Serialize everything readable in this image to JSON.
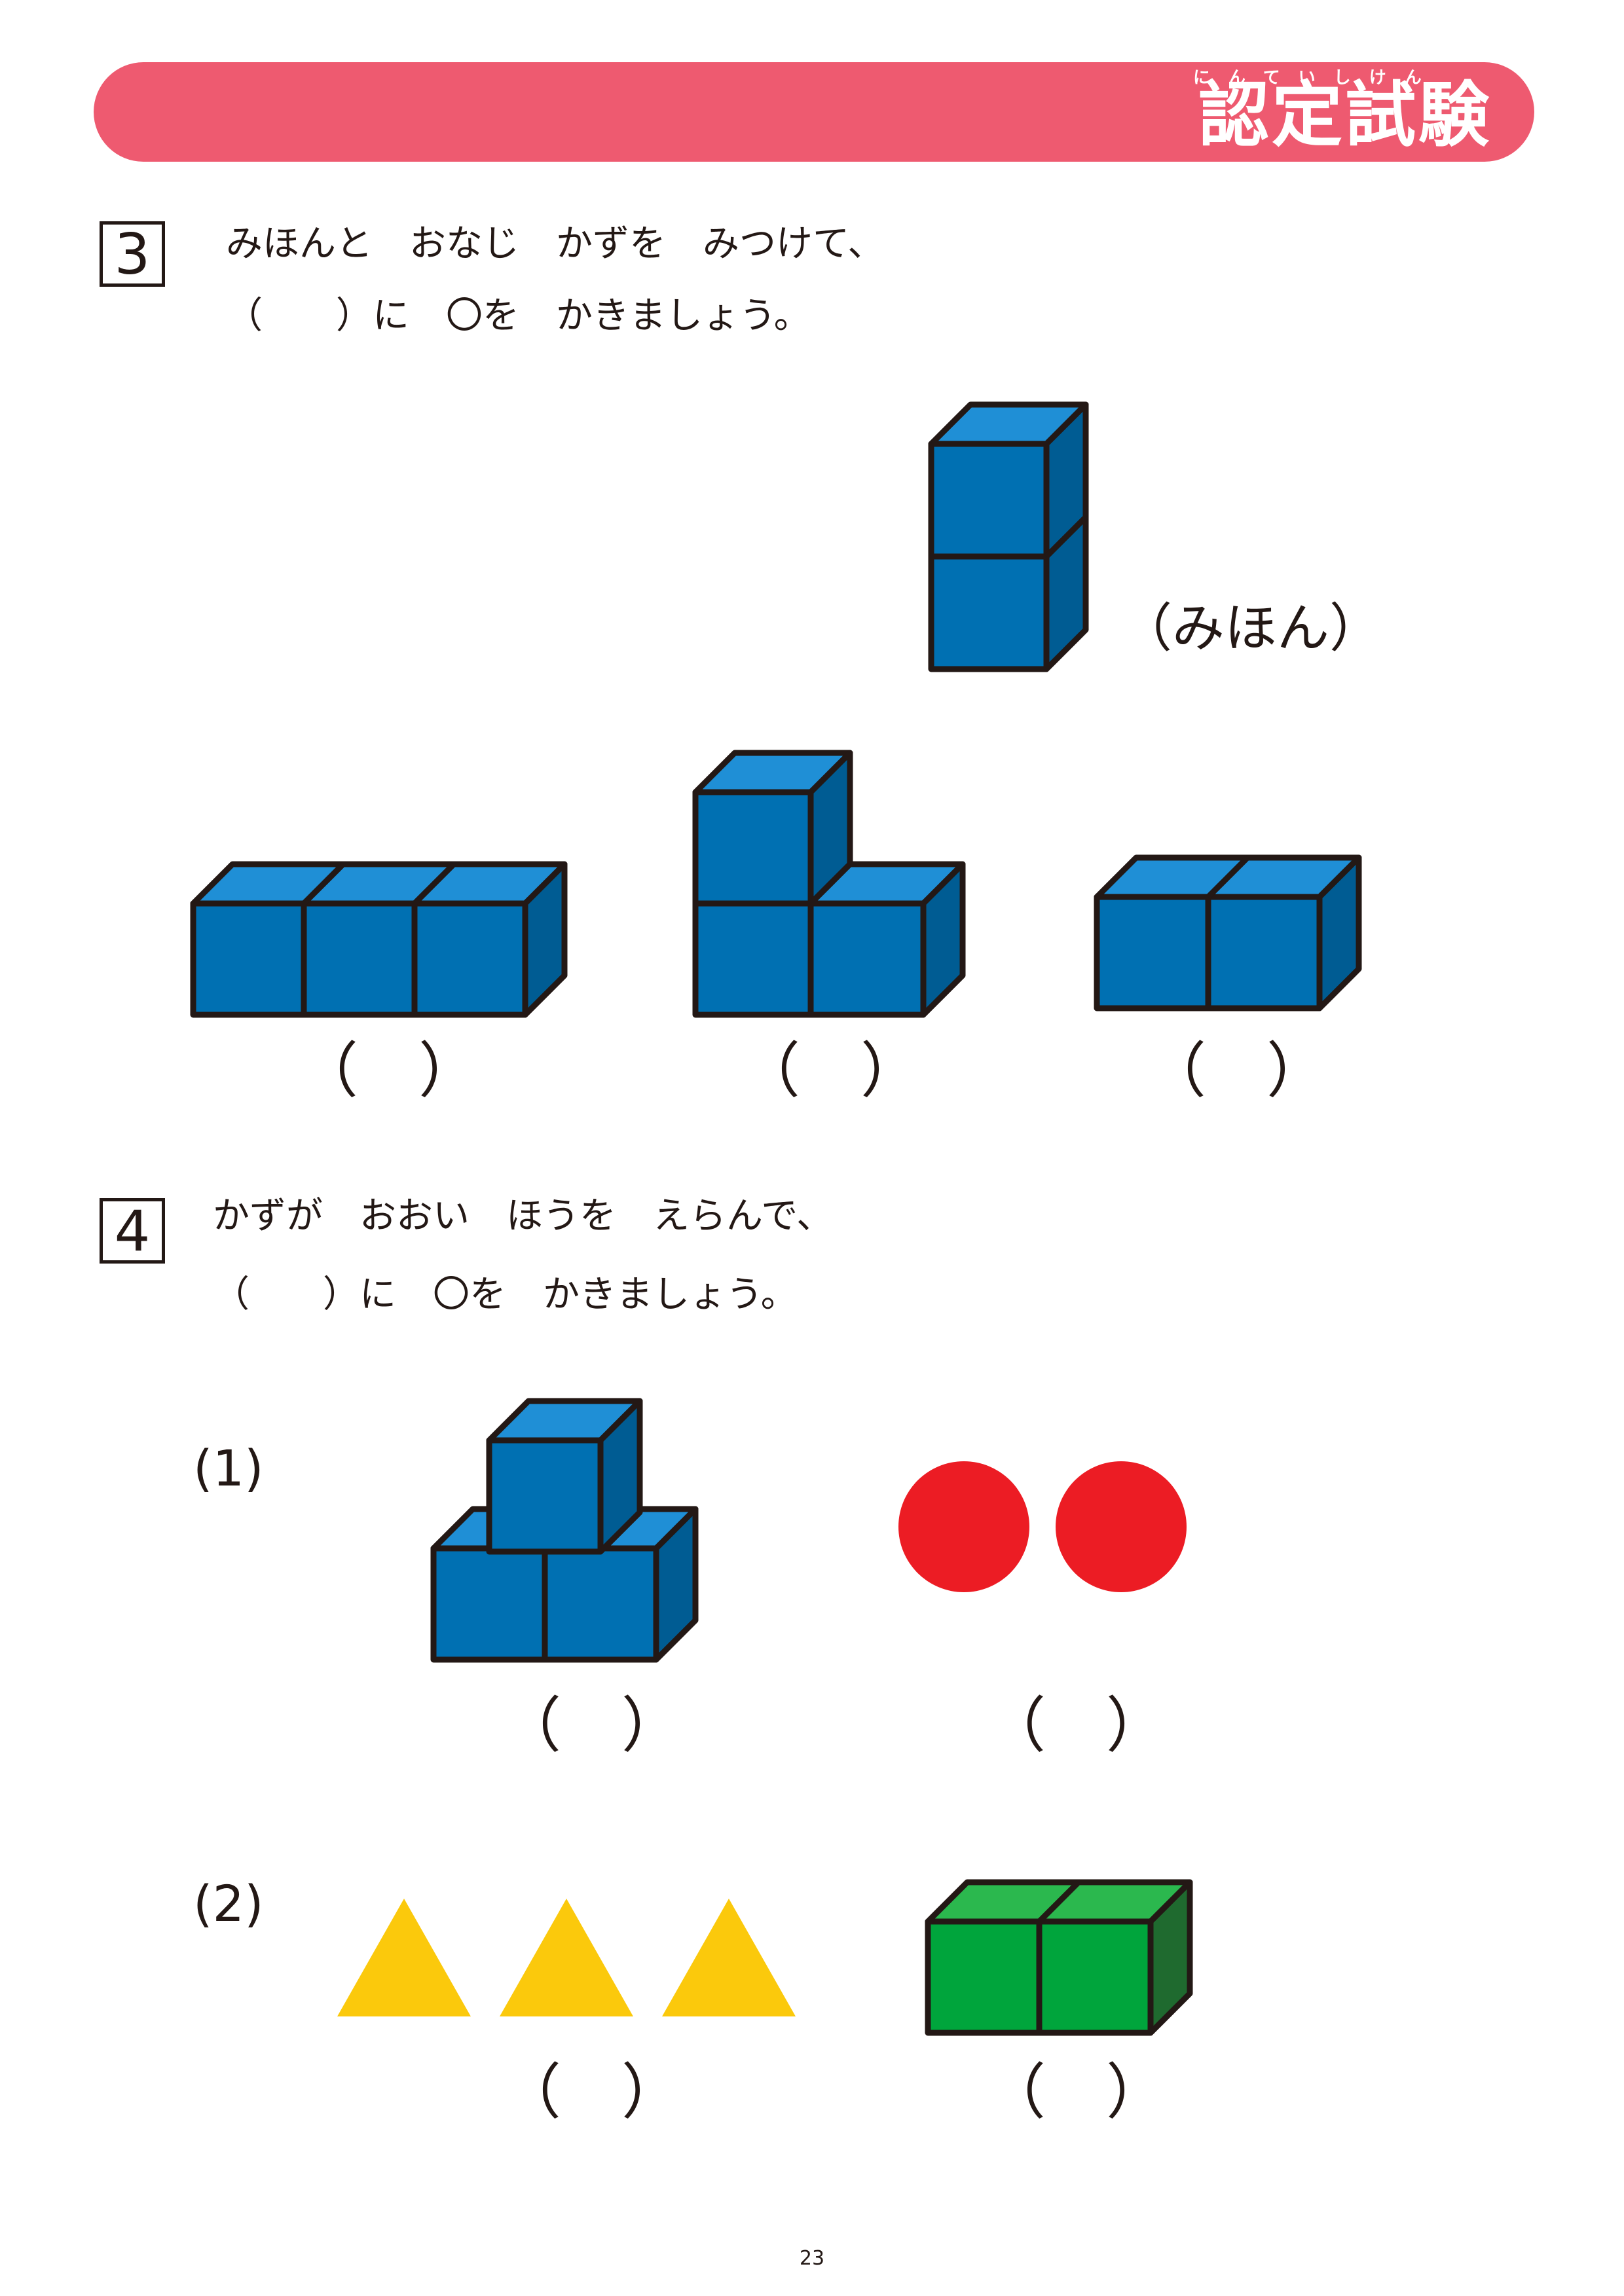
{
  "header": {
    "ruby": "にんていしけん",
    "title": "認定試験"
  },
  "q3": {
    "number": "3",
    "line1": "みほんと　おなじ　かずを　みつけて、",
    "line2": "（　　）に　〇を　かきましょう。",
    "sample_label": "（みほん）",
    "answer_paren": "（　）"
  },
  "q4": {
    "number": "4",
    "line1": "かずが　おおい　ほうを　えらんで、",
    "line2": "（　　）に　〇を　かきましょう。",
    "sub1": "(1)",
    "sub2": "(2)",
    "answer_paren": "（　）"
  },
  "colors": {
    "banner": "#ee5a70",
    "cube_blue_front": "#0070b2",
    "cube_blue_top": "#1f8fd6",
    "cube_blue_side": "#005c93",
    "cube_green_front": "#00a53c",
    "cube_green_top": "#2bb84e",
    "cube_green_side": "#1f6a2f",
    "circle_red": "#ec1c24",
    "triangle_yellow": "#fbc90c",
    "outline": "#231815"
  },
  "footer": {
    "page_number": "23"
  }
}
